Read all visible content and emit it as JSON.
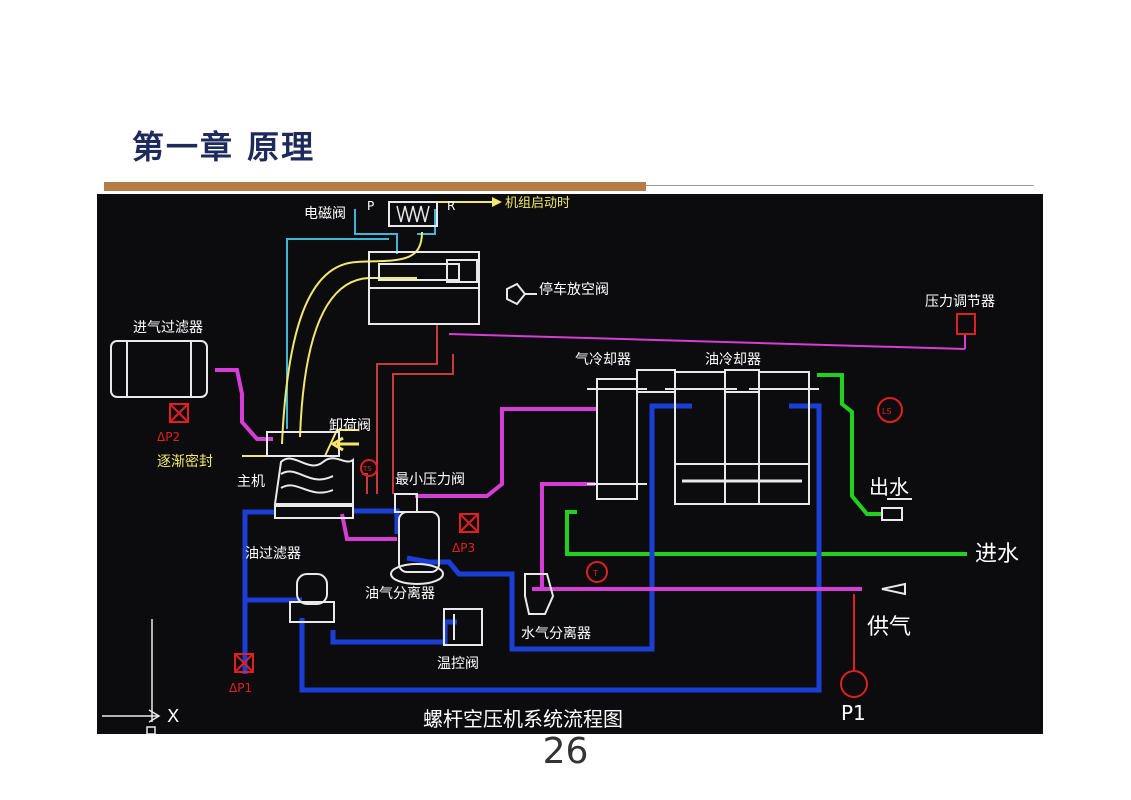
{
  "slide": {
    "title": "第一章 原理",
    "page_number": "26"
  },
  "diagram": {
    "caption": "螺杆空压机系统流程图",
    "labels": {
      "solenoid_valve": "电磁阀",
      "port_p": "P",
      "port_r": "R",
      "on_startup": "机组启动时",
      "stop_vent_valve": "停车放空阀",
      "pressure_regulator": "压力调节器",
      "intake_filter": "进气过滤器",
      "air_cooler": "气冷却器",
      "oil_cooler": "油冷却器",
      "unloader_valve": "卸荷阀",
      "dp2": "ΔP2",
      "gradual_seal": "逐渐密封",
      "main_unit": "主机",
      "ts": "TS",
      "min_pressure_valve": "最小压力阀",
      "ls": "LS",
      "water_out": "出水",
      "oil_filter": "油过滤器",
      "dp3": "ΔP3",
      "water_in": "进水",
      "t": "T",
      "oil_gas_separator": "油气分离器",
      "air_supply": "供气",
      "water_gas_separator": "水气分离器",
      "thermostatic_valve": "温控阀",
      "dp1": "ΔP1",
      "p1": "P1",
      "x_axis": "X"
    },
    "colors": {
      "oil_line": "#1b3fd6",
      "air_line": "#d63cd6",
      "water_line": "#22d01e",
      "control_line": "#c63a3a",
      "signal_line": "#f2e86a",
      "pilot_line": "#3fb6d8",
      "equipment": "#e9e9e9",
      "sensor": "#e02020"
    }
  }
}
